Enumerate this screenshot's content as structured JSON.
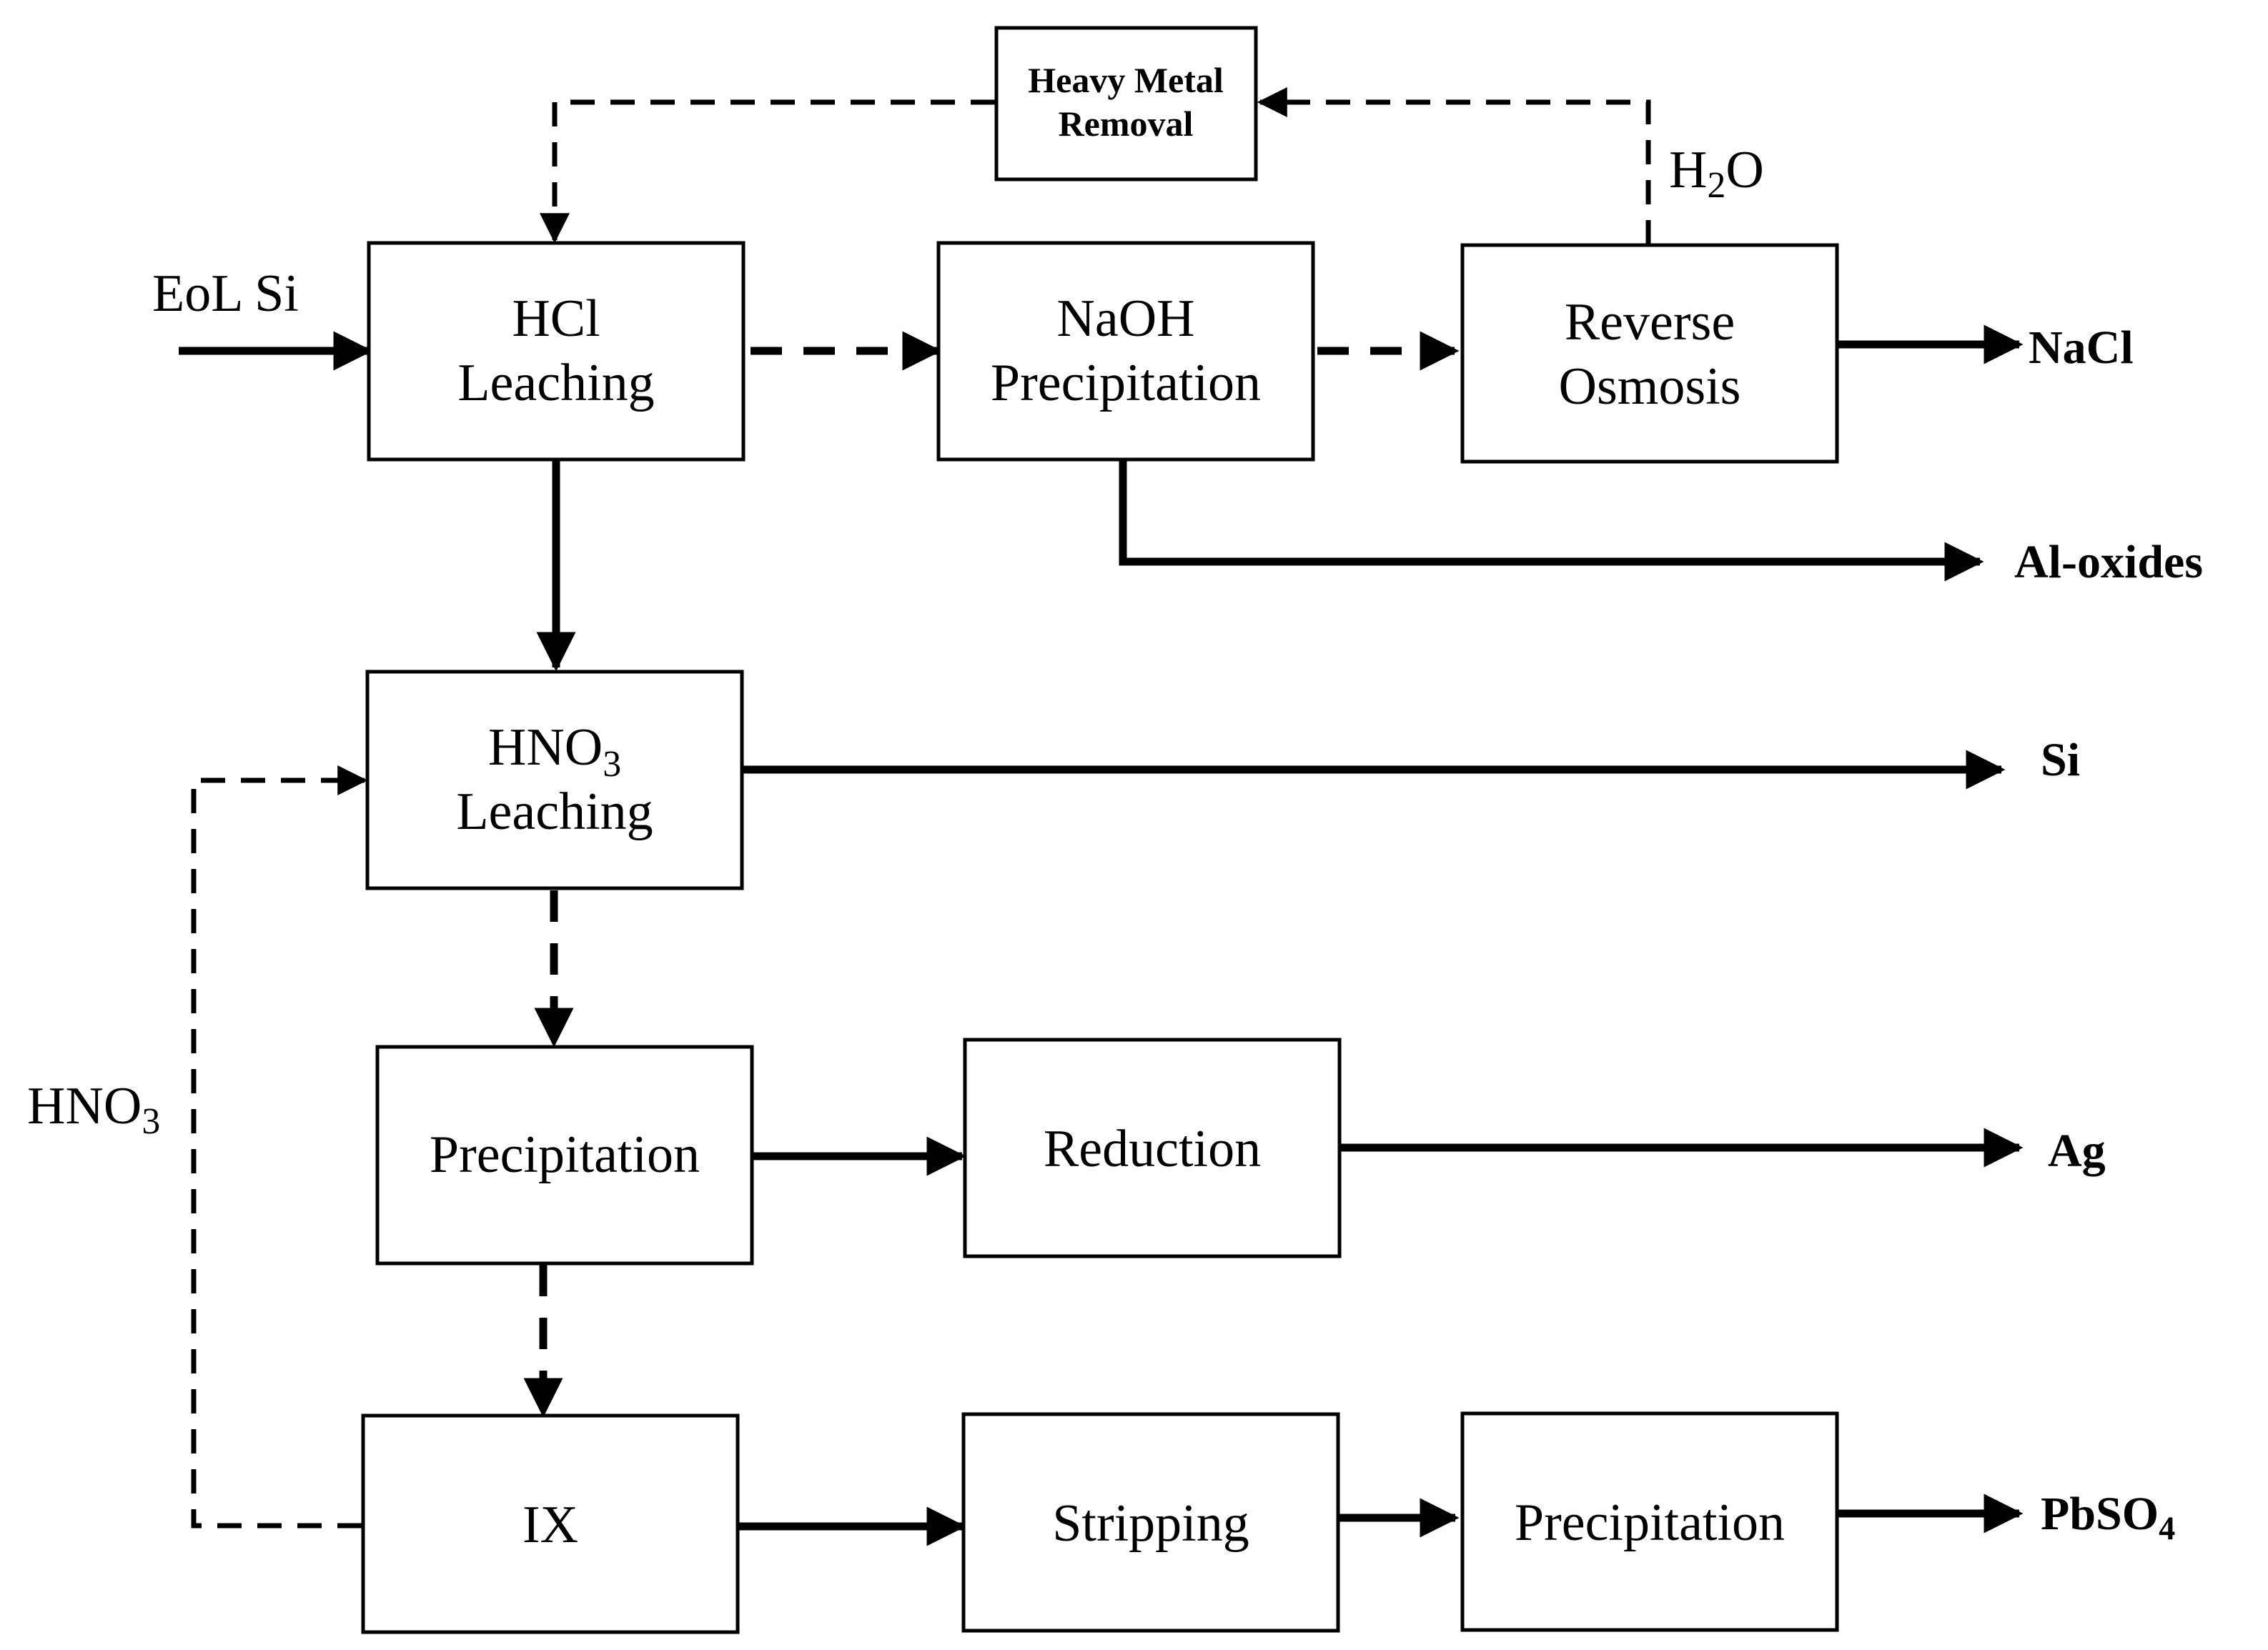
{
  "nodes": {
    "heavy_metal": {
      "line1": "Heavy Metal",
      "line2": "Removal"
    },
    "hcl": {
      "line1": "HCl",
      "line2": "Leaching"
    },
    "naoh": {
      "line1": "NaOH",
      "line2": "Precipitation"
    },
    "ro": {
      "line1": "Reverse",
      "line2": "Osmosis"
    },
    "hno3_leach": {
      "line1_main": "HNO",
      "line1_sub": "3",
      "line2": "Leaching"
    },
    "precip_ag": {
      "label": "Precipitation"
    },
    "reduction": {
      "label": "Reduction"
    },
    "ix": {
      "label": "IX"
    },
    "stripping": {
      "label": "Stripping"
    },
    "precip_pb": {
      "label": "Precipitation"
    }
  },
  "labels": {
    "input": "EoL Si",
    "water_main": "H",
    "water_sub": "2",
    "water_tail": "O",
    "hno3_recycle_main": "HNO",
    "hno3_recycle_sub": "3"
  },
  "products": {
    "nacl": "NaCl",
    "al_oxides": "Al-oxides",
    "si": "Si",
    "ag": "Ag",
    "pbso4_main": "PbSO",
    "pbso4_sub": "4"
  }
}
